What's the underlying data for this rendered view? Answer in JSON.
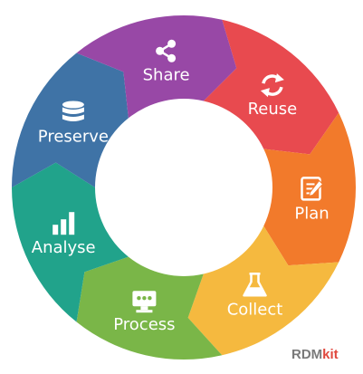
{
  "cycle": {
    "stages": [
      {
        "label": "Reuse",
        "color": "#e84a4f",
        "icon": "reuse-icon"
      },
      {
        "label": "Plan",
        "color": "#f27a2b",
        "icon": "plan-icon"
      },
      {
        "label": "Collect",
        "color": "#f5b93f",
        "icon": "flask-icon"
      },
      {
        "label": "Process",
        "color": "#7ab648",
        "icon": "monitor-icon"
      },
      {
        "label": "Analyse",
        "color": "#21a38b",
        "icon": "bar-chart-icon"
      },
      {
        "label": "Preserve",
        "color": "#3f73a6",
        "icon": "database-icon"
      },
      {
        "label": "Share",
        "color": "#9848a6",
        "icon": "share-icon"
      }
    ]
  },
  "brand": {
    "part1": "RDM",
    "part2": "kit"
  }
}
